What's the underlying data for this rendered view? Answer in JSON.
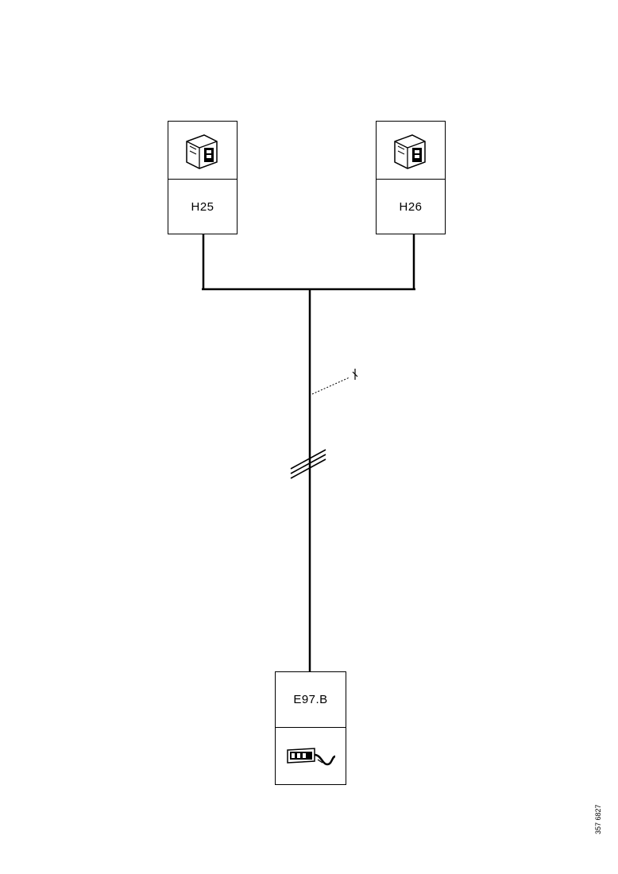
{
  "components": [
    {
      "id": "connector-left",
      "label": "H25",
      "icon": "connector-plug-icon"
    },
    {
      "id": "connector-right",
      "label": "H26",
      "icon": "connector-plug-icon"
    },
    {
      "id": "connector-bottom",
      "label": "E97.B",
      "icon": "harness-connector-icon"
    }
  ],
  "drawing_ref": "357 6827"
}
